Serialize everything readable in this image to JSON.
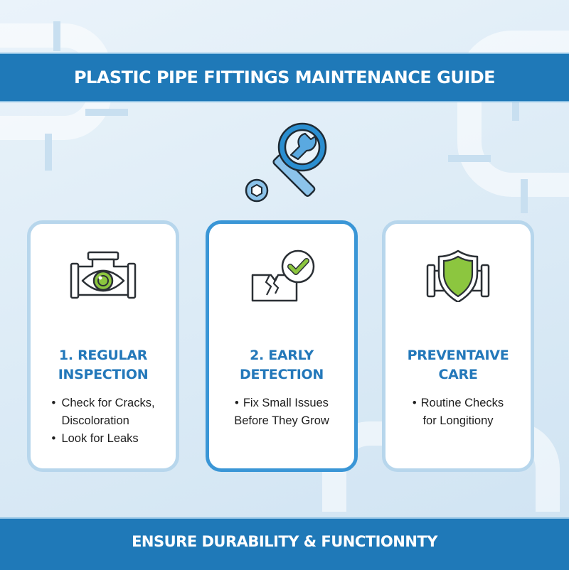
{
  "header": {
    "title": "PLASTIC PIPE FITTINGS MAINTENANCE GUIDE"
  },
  "hero": {
    "icon": "wrench-magnifier-icon"
  },
  "cards": [
    {
      "icon": "pipe-eye-icon",
      "title_line1": "1. REGULAR",
      "title_line2": "INSPECTION",
      "bullets": [
        "Check for Cracks,",
        "Discoloration",
        "Look for Leaks"
      ]
    },
    {
      "icon": "crack-check-icon",
      "title_line1": "2. EARLY",
      "title_line2": "DETECTION",
      "bullets": [
        "Fix Small Issues",
        "Before They Grow"
      ]
    },
    {
      "icon": "pipe-shield-icon",
      "title_line1": "PREVENTAIVE",
      "title_line2": "CARE",
      "bullets": [
        "Routine Checks",
        "for Longitiony"
      ]
    }
  ],
  "footer": {
    "text": "ENSURE DURABILITY & FUNCTIONNTY"
  },
  "colors": {
    "banner": "#1f79b8",
    "title_blue": "#2378ba",
    "accent_green": "#8cc63f",
    "highlight_border": "#3a96d6",
    "card_border": "#b7d6ec"
  }
}
